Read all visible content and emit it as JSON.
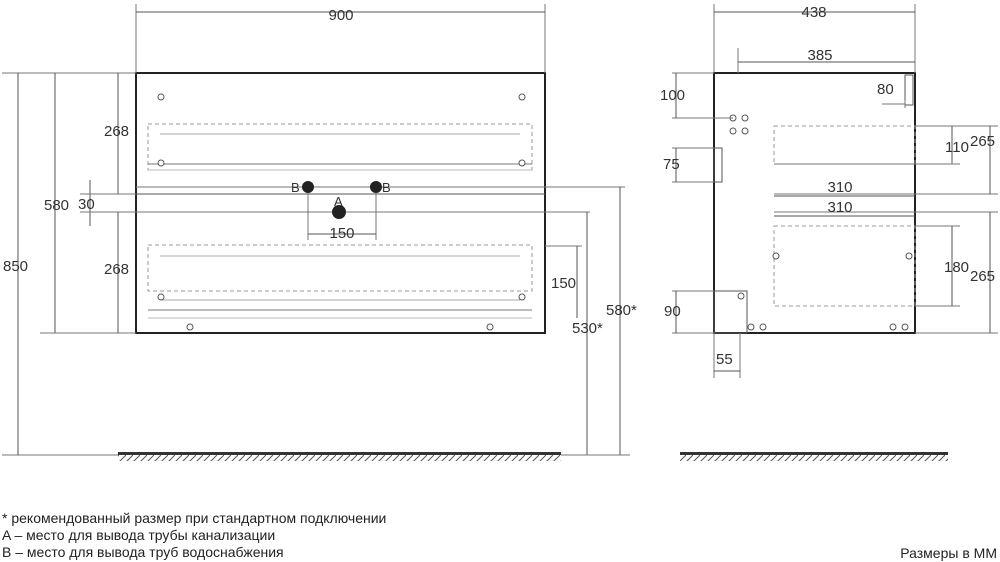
{
  "front_view": {
    "width_label": "900",
    "height_label": "850",
    "body_label": "580",
    "drawer_top_label": "268",
    "drawer_bottom_label": "268",
    "gap_label": "30",
    "pipe_spacing_label": "150",
    "sewer_height_label": "150",
    "water_height_label": "580*",
    "sewer_outlet_label": "530*",
    "pipe_a_letter": "A",
    "pipe_b_letter": "B"
  },
  "side_view": {
    "depth_label": "438",
    "inner_depth_label": "385",
    "top_offset_label": "100",
    "bracket_label": "75",
    "right_top_label": "80",
    "drawer_top_height_label": "265",
    "drawer_top_inner_label": "110",
    "drawer_top_width_label": "310",
    "drawer_bottom_width_label": "310",
    "drawer_bottom_inner_label": "180",
    "drawer_bottom_height_label": "265",
    "foot_height_label": "90",
    "foot_offset_label": "55"
  },
  "notes": [
    "* рекомендованный размер при стандартном подключении",
    "A – место для вывода трубы канализации",
    "B – место для вывода труб водоснабжения"
  ],
  "units_note": "Размеры в ММ"
}
